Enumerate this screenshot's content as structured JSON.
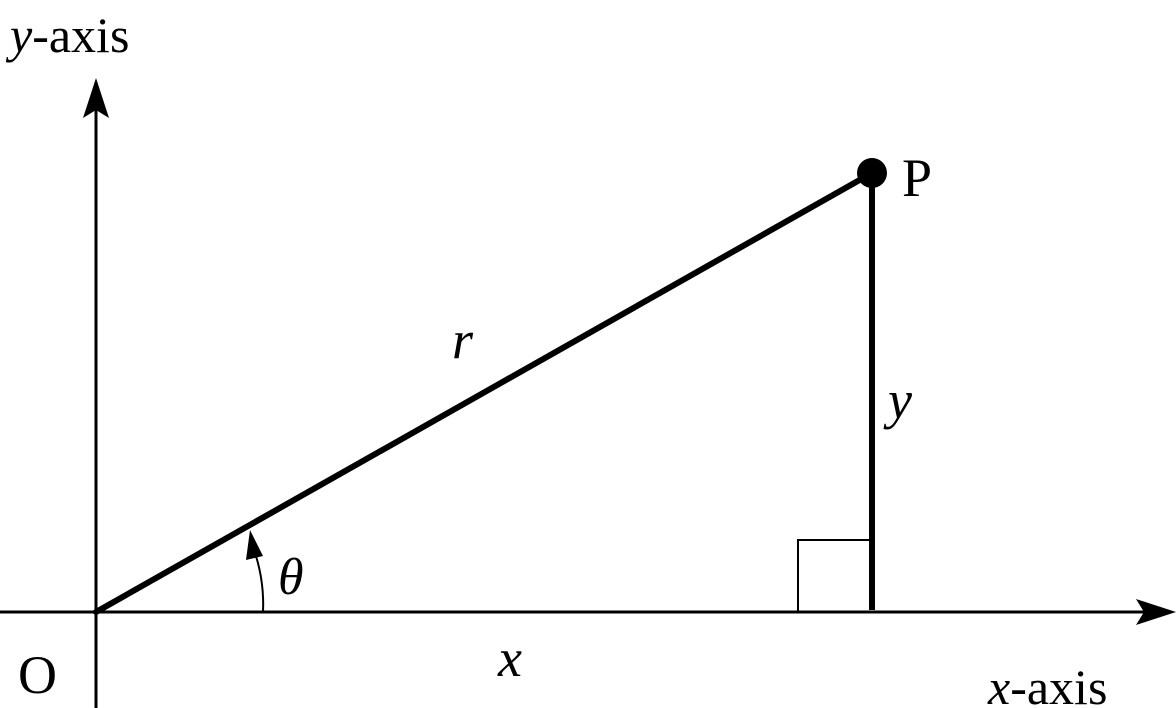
{
  "labels": {
    "y_axis_var": "y",
    "y_axis_word": "-axis",
    "x_axis_var": "x",
    "x_axis_word": "-axis",
    "origin": "O",
    "point": "P",
    "hypotenuse": "r",
    "opposite_side": "y",
    "adjacent_side": "x",
    "angle": "θ"
  },
  "colors": {
    "ink": "#000000",
    "background": "#ffffff"
  }
}
